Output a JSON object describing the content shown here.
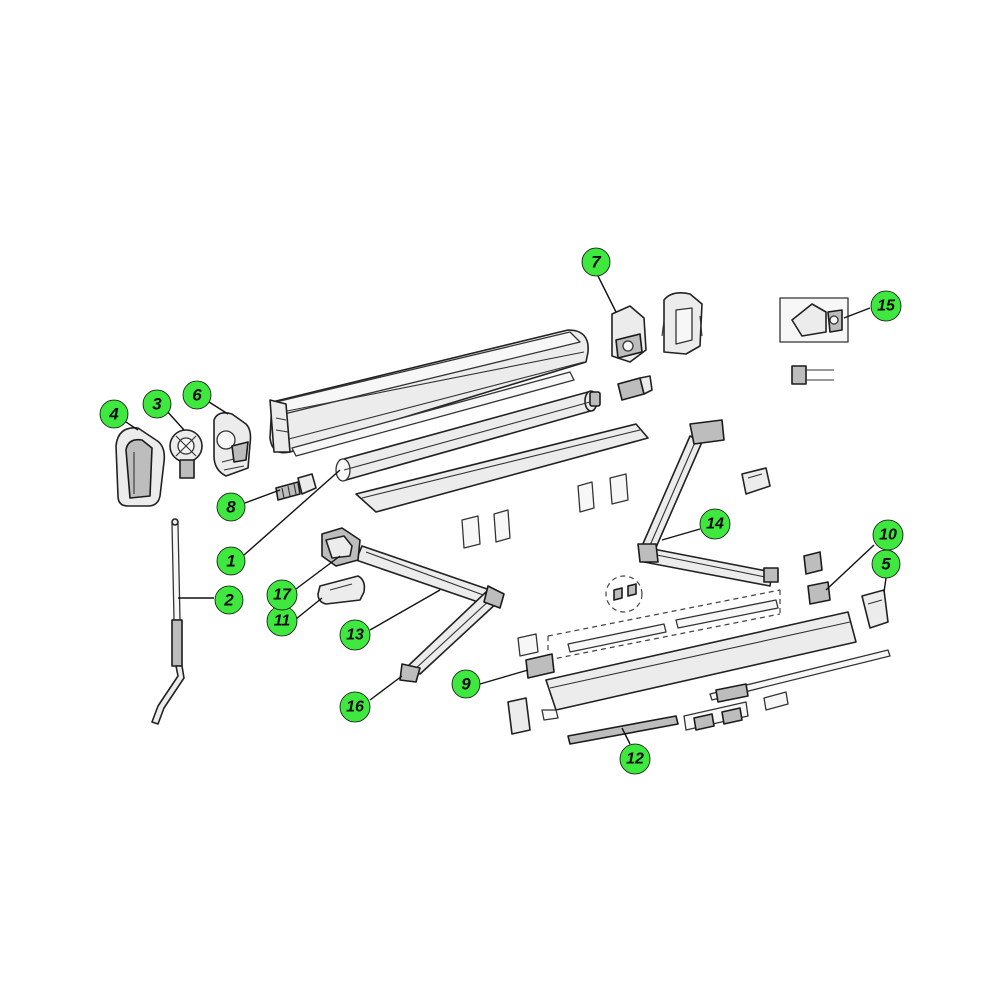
{
  "colors": {
    "callout_fill": "#3fe83f",
    "callout_text": "#0a0a0a",
    "line": "#222222"
  },
  "callouts": [
    {
      "id": "1",
      "label": "1",
      "part": "roller-tube"
    },
    {
      "id": "2",
      "label": "2",
      "part": "crank-handle"
    },
    {
      "id": "3",
      "label": "3",
      "part": "end-cap-bearing"
    },
    {
      "id": "4",
      "label": "4",
      "part": "left-end-cover"
    },
    {
      "id": "5",
      "label": "5",
      "part": "front-bar-end-cap"
    },
    {
      "id": "6",
      "label": "6",
      "part": "left-end-bracket"
    },
    {
      "id": "7",
      "label": "7",
      "part": "right-gearbox-housing"
    },
    {
      "id": "8",
      "label": "8",
      "part": "spring-plug"
    },
    {
      "id": "9",
      "label": "9",
      "part": "front-bar-connector"
    },
    {
      "id": "10",
      "label": "10",
      "part": "arm-mount-clip"
    },
    {
      "id": "11",
      "label": "11",
      "part": "arm-cover"
    },
    {
      "id": "12",
      "label": "12",
      "part": "tension-rod"
    },
    {
      "id": "13",
      "label": "13",
      "part": "left-folding-arm"
    },
    {
      "id": "14",
      "label": "14",
      "part": "right-folding-arm"
    },
    {
      "id": "15",
      "label": "15",
      "part": "wall-bracket-kit"
    },
    {
      "id": "16",
      "label": "16",
      "part": "arm-end-joint"
    },
    {
      "id": "17",
      "label": "17",
      "part": "shoulder-joint"
    }
  ]
}
